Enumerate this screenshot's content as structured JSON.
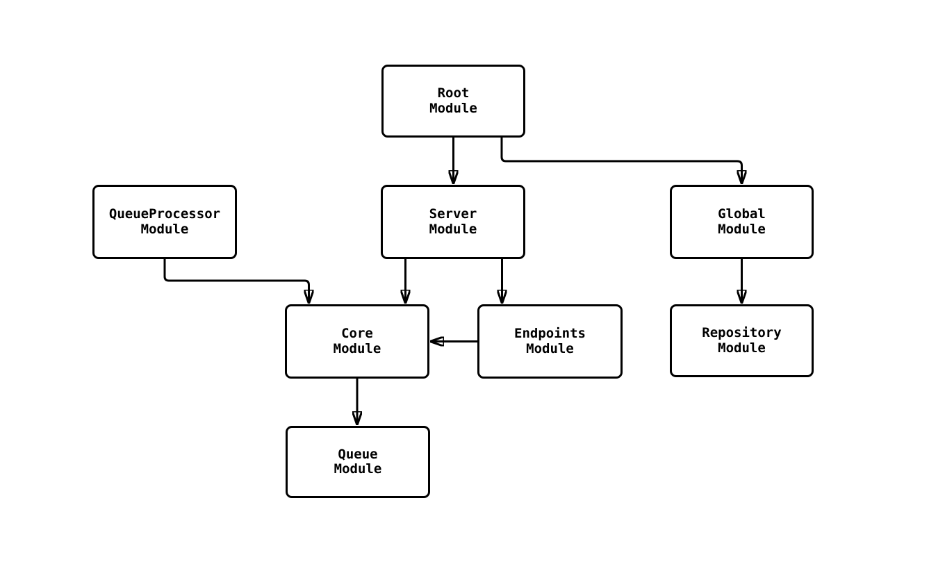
{
  "diagram": {
    "nodes": {
      "root": {
        "label": "Root\nModule"
      },
      "queueprocessor": {
        "label": "QueueProcessor\nModule"
      },
      "server": {
        "label": "Server\nModule"
      },
      "global": {
        "label": "Global\nModule"
      },
      "core": {
        "label": "Core\nModule"
      },
      "endpoints": {
        "label": "Endpoints\nModule"
      },
      "repository": {
        "label": "Repository\nModule"
      },
      "queue": {
        "label": "Queue\nModule"
      }
    },
    "edges": [
      {
        "from": "Root Module",
        "to": "Server Module"
      },
      {
        "from": "Root Module",
        "to": "Global Module"
      },
      {
        "from": "QueueProcessor Module",
        "to": "Core Module"
      },
      {
        "from": "Server Module",
        "to": "Core Module"
      },
      {
        "from": "Server Module",
        "to": "Endpoints Module"
      },
      {
        "from": "Endpoints Module",
        "to": "Core Module"
      },
      {
        "from": "Core Module",
        "to": "Queue Module"
      },
      {
        "from": "Global Module",
        "to": "Repository Module"
      }
    ],
    "colors": {
      "stroke": "#000000",
      "node_fill": "#ffffff",
      "background": "#ffffff"
    }
  }
}
